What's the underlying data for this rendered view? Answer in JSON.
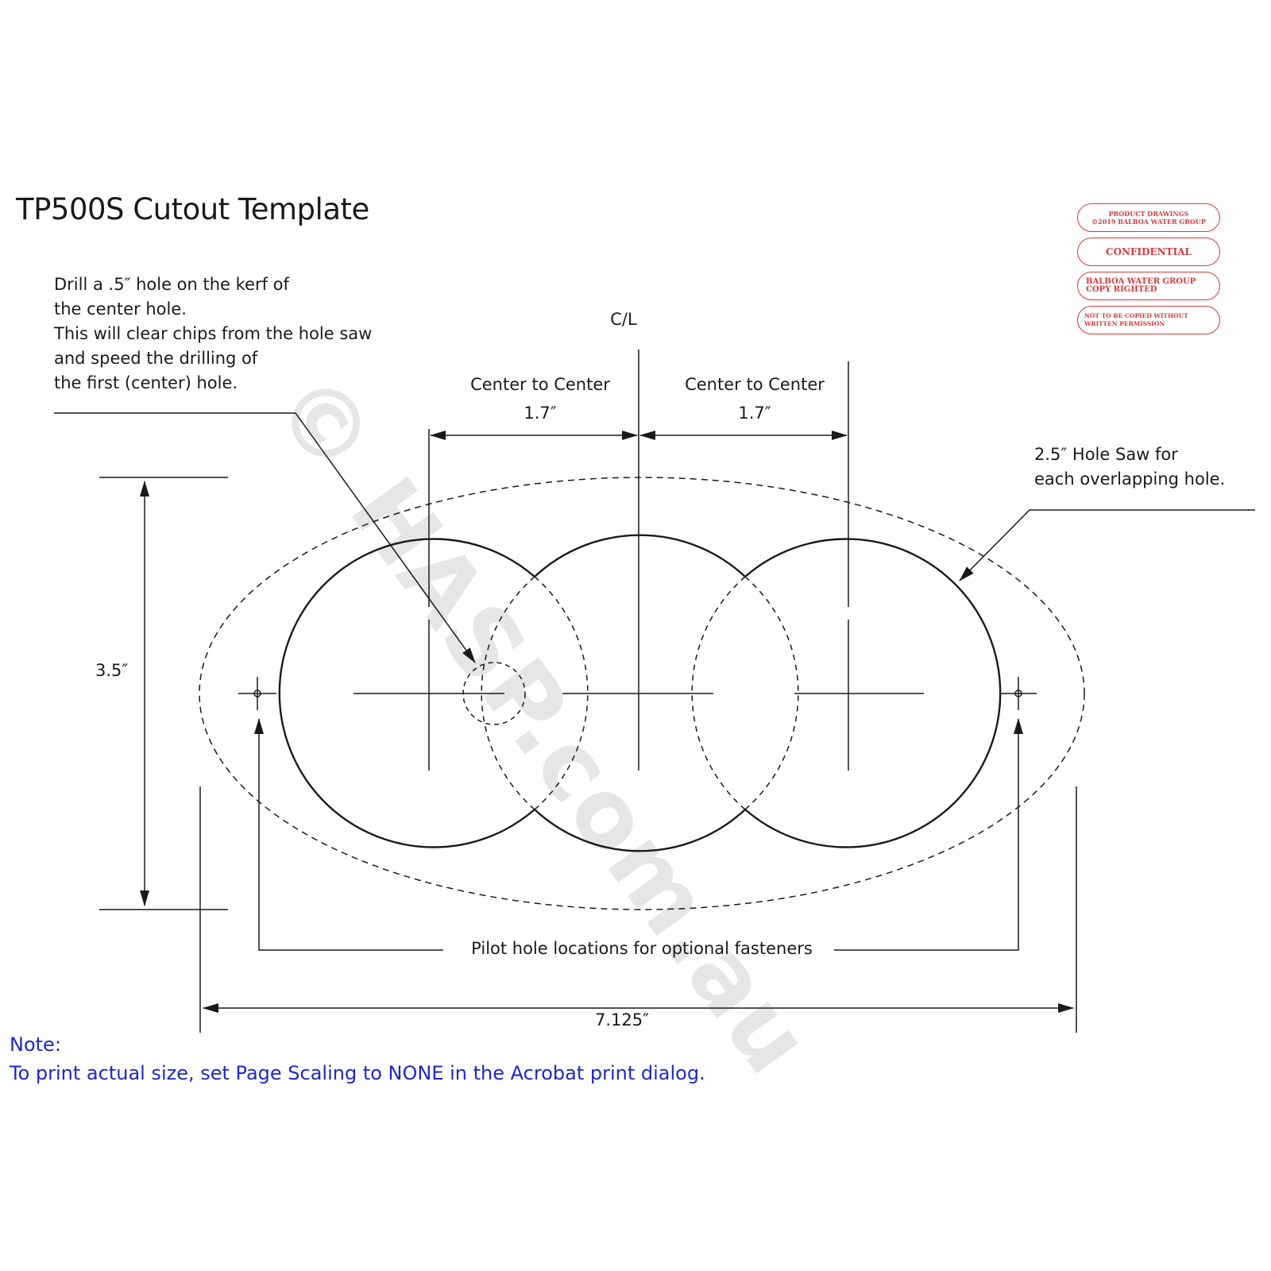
{
  "title": "TP500S Cutout Template",
  "drill_note": [
    "Drill a .5″ hole on the kerf of",
    "the center hole.",
    "This will clear chips from the hole saw",
    "and speed the drilling of",
    "the first (center) hole."
  ],
  "centerline_label": "C/L",
  "center_to_center": [
    {
      "label": "Center to Center",
      "value": "1.7″"
    },
    {
      "label": "Center to Center",
      "value": "1.7″"
    }
  ],
  "hole_saw_note": [
    "2.5″ Hole Saw for",
    "each overlapping hole."
  ],
  "height_dimension": "3.5″",
  "width_dimension": "7.125″",
  "pilot_note": "Pilot hole locations for optional fasteners",
  "print_note": {
    "heading": "Note:",
    "text": "To print actual size, set Page Scaling to NONE in the Acrobat print dialog."
  },
  "stamps": {
    "product_drawings": [
      "PRODUCT DRAWINGS",
      "©2019 BALBOA WATER GROUP"
    ],
    "confidential": "CONFIDENTIAL",
    "copy_righted": [
      "BALBOA WATER GROUP",
      "COPY RIGHTED"
    ],
    "not_copied": [
      "NOT TO BE COPIED WITHOUT",
      "WRITTEN PERMISSION"
    ]
  },
  "watermark": "© HASP.com.au",
  "colors": {
    "line": "#1a1a1a",
    "stamp": "#d63b3b",
    "note": "#1e28c8",
    "watermark": "#b4b4b4"
  }
}
